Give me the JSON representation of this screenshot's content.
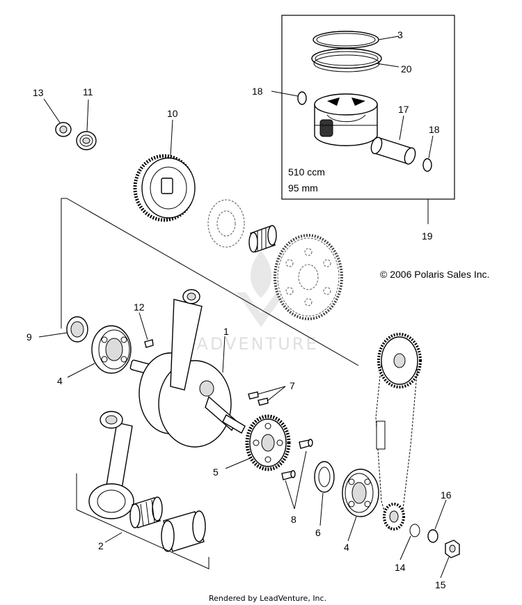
{
  "callouts": {
    "c1": "1",
    "c2": "2",
    "c3": "3",
    "c4a": "4",
    "c4b": "4",
    "c5": "5",
    "c6": "6",
    "c7": "7",
    "c8": "8",
    "c9": "9",
    "c10": "10",
    "c11": "11",
    "c12": "12",
    "c13": "13",
    "c14": "14",
    "c15": "15",
    "c16": "16",
    "c17": "17",
    "c18a": "18",
    "c18b": "18",
    "c19": "19",
    "c20": "20"
  },
  "piston_box": {
    "displacement": "510 ccm",
    "bore": "95 mm"
  },
  "copyright": "© 2006 Polaris Sales Inc.",
  "watermark": "LEADVENTURE",
  "footer": "Rendered by LeadVenture, Inc."
}
